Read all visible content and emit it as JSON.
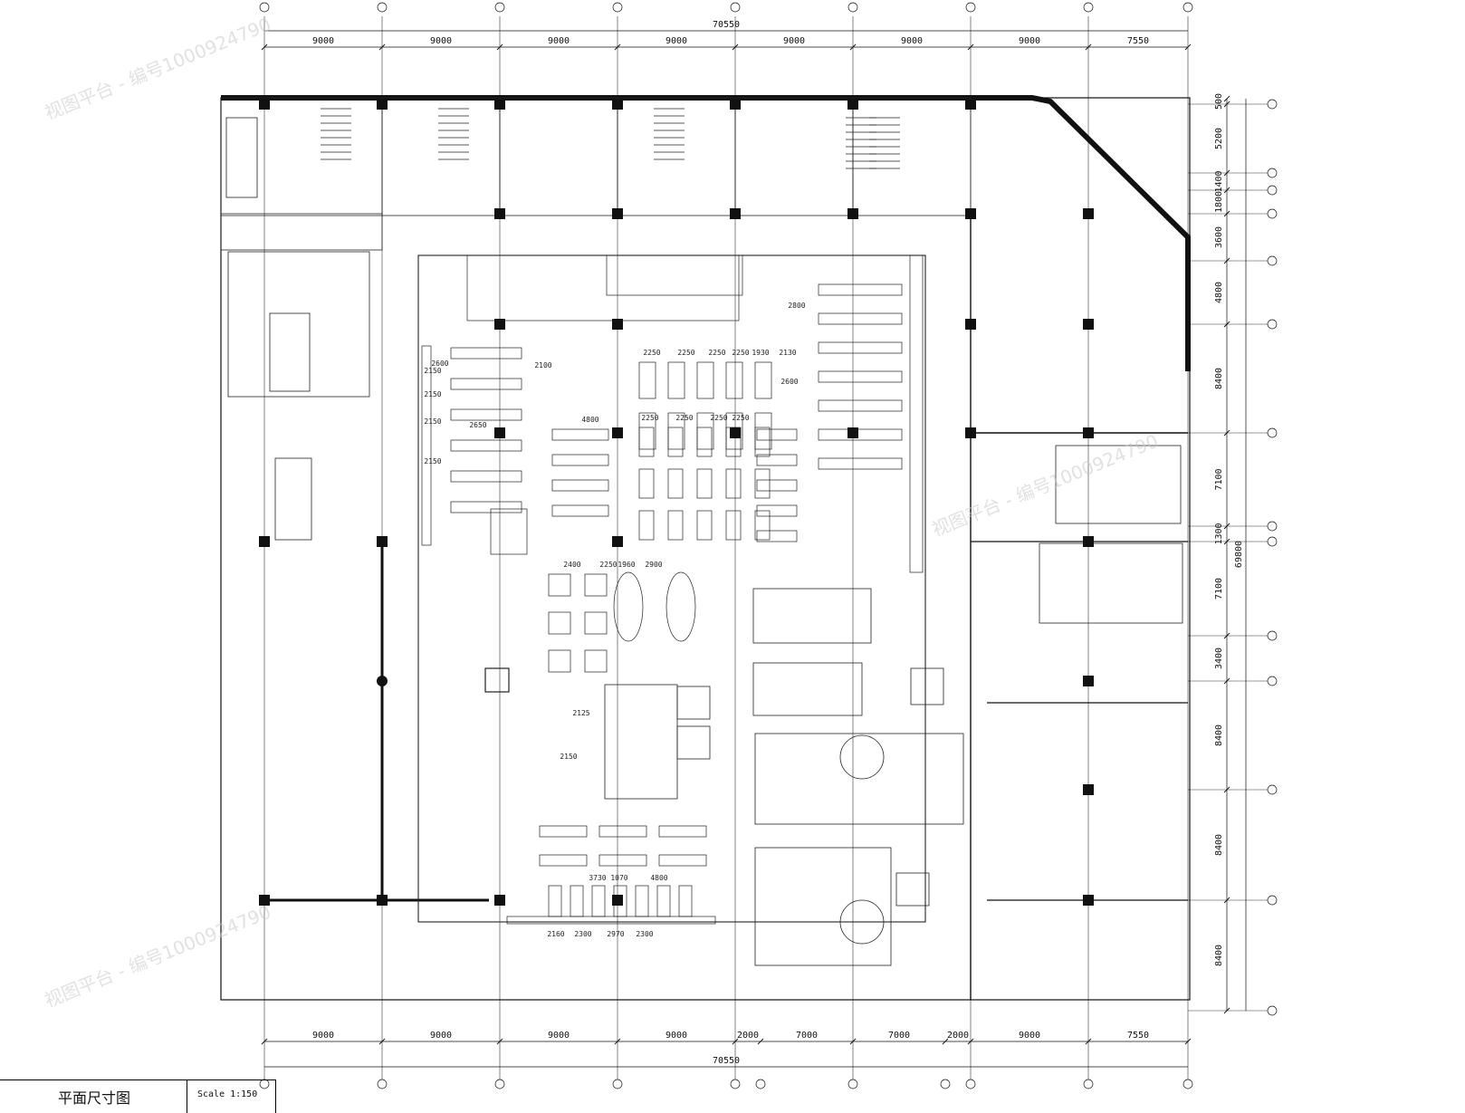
{
  "title": "平面尺寸图",
  "scale": "Scale 1:150",
  "watermark": [
    "视图平台 - 编号1000924790",
    "视图平台 - 编号1000924790"
  ],
  "dimensions": {
    "top_total": "70550",
    "top_segments": [
      "9000",
      "9000",
      "9000",
      "9000",
      "9000",
      "9000",
      "9000",
      "7550"
    ],
    "bottom_total": "70550",
    "bottom_segments": [
      "9000",
      "9000",
      "9000",
      "9000",
      "2000",
      "7000",
      "7000",
      "2000",
      "9000",
      "7550"
    ],
    "right_total": "69800",
    "right_segments": [
      "500",
      "5200",
      "1400",
      "1800",
      "3600",
      "4800",
      "8400",
      "7100",
      "1300",
      "7100",
      "3400",
      "8400",
      "8400",
      "8400"
    ]
  },
  "interior_dims": [
    "2250",
    "2250",
    "2250",
    "2250",
    "1930",
    "2130",
    "2600",
    "2250",
    "2250",
    "2250",
    "2250",
    "4800",
    "2650",
    "2150",
    "2150",
    "2150",
    "2150",
    "2400",
    "2250",
    "1960",
    "2900",
    "2160",
    "2300",
    "2970",
    "2300",
    "3730",
    "1070",
    "4800",
    "2800",
    "2600",
    "2100",
    "2125",
    "2150"
  ],
  "colors": {
    "line": "#1a1a1a",
    "background": "#ffffff",
    "wall": "#111111"
  }
}
